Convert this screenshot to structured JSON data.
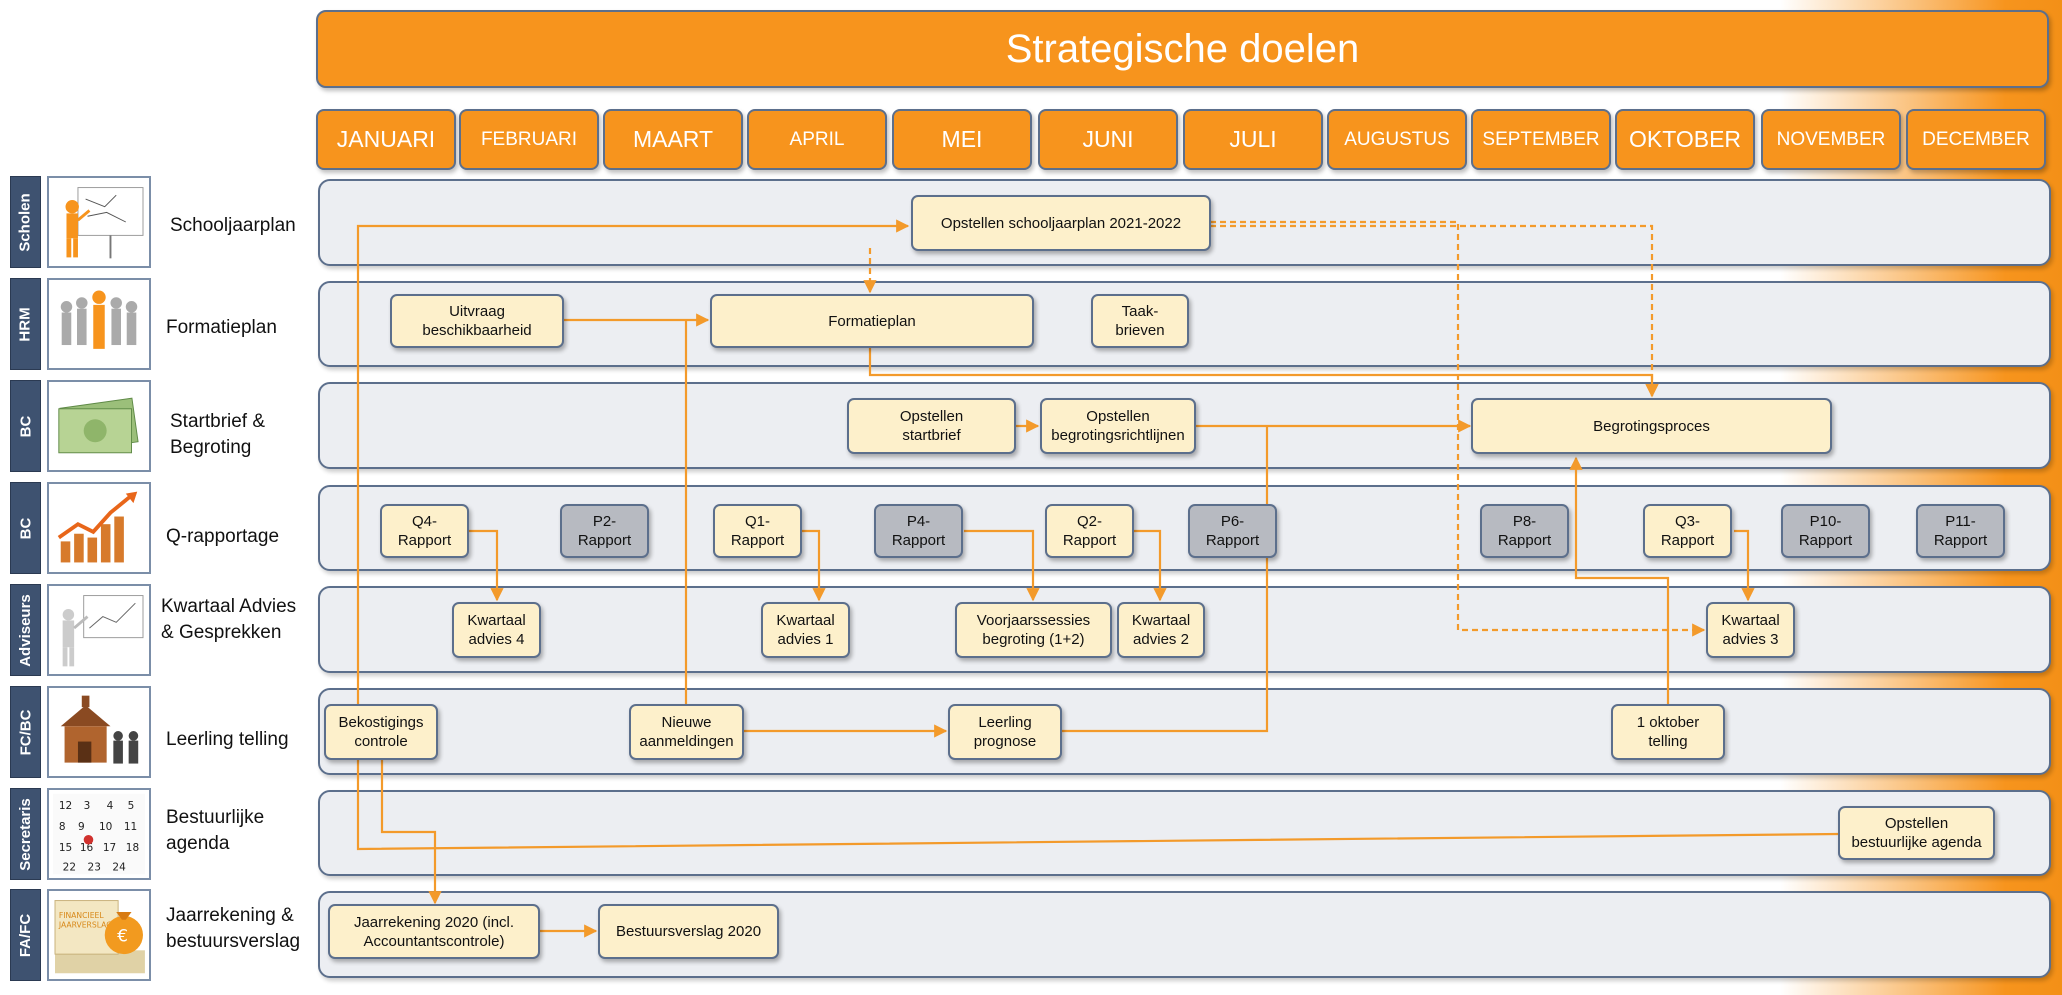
{
  "title": "Strategische doelen",
  "months": [
    "JANUARI",
    "FEBRUARI",
    "MAART",
    "APRIL",
    "MEI",
    "JUNI",
    "JULI",
    "AUGUSTUS",
    "SEPTEMBER",
    "OKTOBER",
    "NOVEMBER",
    "DECEMBER"
  ],
  "rows": [
    {
      "tag": "Scholen",
      "label": "Schooljaarplan"
    },
    {
      "tag": "HRM",
      "label": "Formatieplan"
    },
    {
      "tag": "BC",
      "label": "Startbrief &\nBegroting"
    },
    {
      "tag": "BC",
      "label": "Q-rapportage"
    },
    {
      "tag": "Adviseurs",
      "label": "Kwartaal Advies\n& Gesprekken"
    },
    {
      "tag": "FC/BC",
      "label": "Leerling telling"
    },
    {
      "tag": "Secretaris",
      "label": "Bestuurlijke\nagenda"
    },
    {
      "tag": "FA/FC",
      "label": "Jaarrekening &\nbestuursverslag"
    }
  ],
  "boxes": {
    "schooljaarplan": "Opstellen schooljaarplan 2021-2022",
    "uitvraag": "Uitvraag\nbeschikbaarheid",
    "formatieplan": "Formatieplan",
    "taakbrieven": "Taak-\nbrieven",
    "startbrief": "Opstellen\nstartbrief",
    "richtlijnen": "Opstellen\nbegrotingsrichtlijnen",
    "begrotingsproces": "Begrotingsproces",
    "q4": "Q4-\nRapport",
    "p2": "P2-\nRapport",
    "q1": "Q1-\nRapport",
    "p4": "P4-\nRapport",
    "q2": "Q2-\nRapport",
    "p6": "P6-\nRapport",
    "p8": "P8-\nRapport",
    "q3": "Q3-\nRapport",
    "p10": "P10-\nRapport",
    "p11": "P11-\nRapport",
    "ka4": "Kwartaal\nadvies 4",
    "ka1": "Kwartaal\nadvies 1",
    "voorjaar": "Voorjaarssessies\nbegroting (1+2)",
    "ka2": "Kwartaal\nadvies 2",
    "ka3": "Kwartaal\nadvies 3",
    "bekostiging": "Bekostigings\ncontrole",
    "aanmeldingen": "Nieuwe\naanmeldingen",
    "prognose": "Leerling\nprognose",
    "oktober": "1 oktober\ntelling",
    "agenda": "Opstellen\nbestuurlijke agenda",
    "jaarrekening": "Jaarrekening 2020 (incl.\nAccountantscontrole)",
    "bestuursverslag": "Bestuursverslag 2020"
  },
  "thumbnails": {
    "financieel_jaarverslag": "FINANCIEEL\nJAARVERSLAG",
    "euro_sign": "€"
  },
  "colors": {
    "accent": "#f7941d",
    "border": "#5c6f8c",
    "box": "#fdf0cb",
    "gray_box": "#b7bac1",
    "lane": "#eceef2",
    "tag": "#3e5270"
  }
}
